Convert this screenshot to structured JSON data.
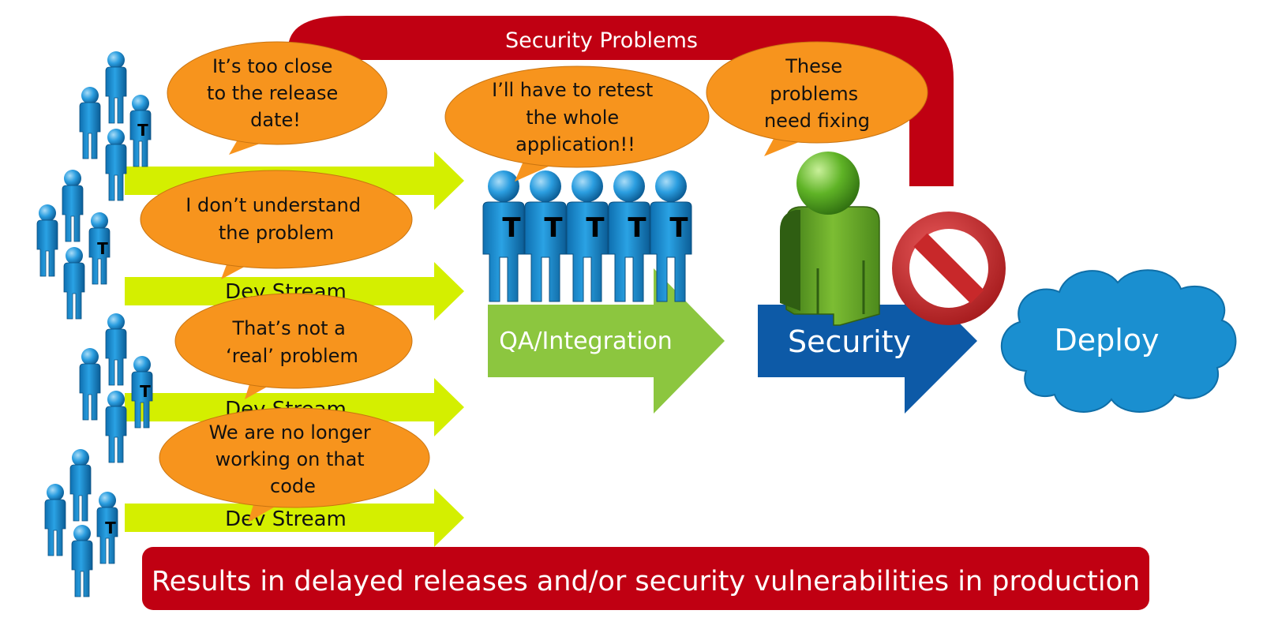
{
  "security_loop_label": "Security Problems",
  "dev_streams": [
    {
      "label": ""
    },
    {
      "label": "Dev Stream"
    },
    {
      "label": "Dev Stream"
    },
    {
      "label": "Dev Stream"
    }
  ],
  "bubbles": {
    "release_date": [
      "It’s too close",
      "to the release",
      "date!"
    ],
    "understand": [
      "I don’t understand",
      "the problem"
    ],
    "not_real": [
      "That’s not a",
      "‘real’ problem"
    ],
    "no_longer": [
      "We are no longer",
      "working on that",
      "code"
    ],
    "retest": [
      "I’ll have to retest",
      "the whole",
      "application!!"
    ],
    "fixing": [
      "These",
      "problems",
      "need fixing"
    ]
  },
  "tester_badge": "T",
  "qa_label": "QA/Integration",
  "security_label": "Security",
  "deploy_label": "Deploy",
  "banner_text": "Results in delayed releases and/or security vulnerabilities in production",
  "colors": {
    "red": "#c00012",
    "bubble": "#f7941d",
    "dev_arrow": "#d4ef00",
    "qa_arrow": "#8cc63f",
    "security_arrow": "#0d5aa7",
    "deploy_cloud": "#1a8fd0",
    "person": "#1b8fd1",
    "security_person": "#6aa824",
    "stop_sign": "#c8282a"
  },
  "icons": [
    "person-icon",
    "tester-icon",
    "security-person-icon",
    "stop-sign-icon",
    "cloud-icon"
  ]
}
